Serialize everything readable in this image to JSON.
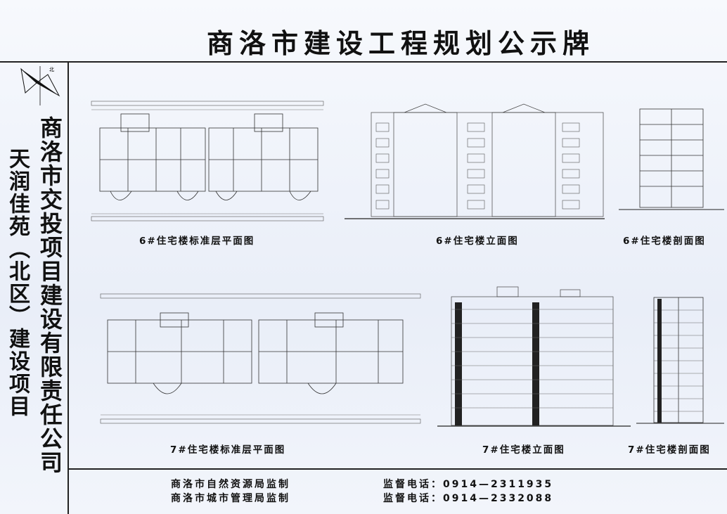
{
  "title": "商洛市建设工程规划公示牌",
  "project_name": "天润佳苑（北区）建设项目",
  "company_name": "商洛市交投项目建设有限责任公司",
  "compass_label": "北",
  "drawings": {
    "plan_6": "6#住宅楼标准层平面图",
    "elevation_6": "6#住宅楼立面图",
    "section_6": "6#住宅楼剖面图",
    "plan_7": "7#住宅楼标准层平面图",
    "elevation_7": "7#住宅楼立面图",
    "section_7": "7#住宅楼剖面图"
  },
  "footer": {
    "supervisor_1": "商洛市自然资源局监制",
    "supervisor_2": "商洛市城市管理局监制",
    "phone_1": "监督电话：0914—2311935",
    "phone_2": "监督电话：0914—2332088"
  }
}
